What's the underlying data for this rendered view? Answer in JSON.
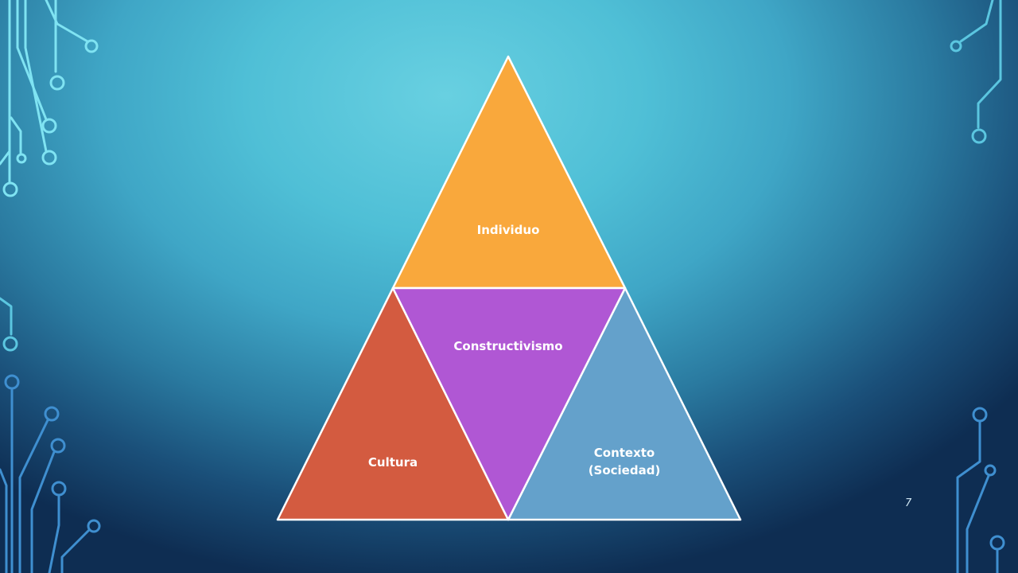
{
  "slide": {
    "page_number": "7"
  },
  "diagram": {
    "segments": [
      {
        "id": "top",
        "label": "Individuo",
        "color": "#f9a83c"
      },
      {
        "id": "center",
        "label": "Constructivismo",
        "color": "#b057d4"
      },
      {
        "id": "left",
        "label": "Cultura",
        "color": "#d35b40"
      },
      {
        "id": "right",
        "label": "Contexto\n(Sociedad)",
        "color": "#64a1cb"
      }
    ],
    "outline_color": "#ffffff"
  },
  "decoration": {
    "circuit_color": "#7fe3f2",
    "circuit_color_dark": "#3f8fd0"
  }
}
